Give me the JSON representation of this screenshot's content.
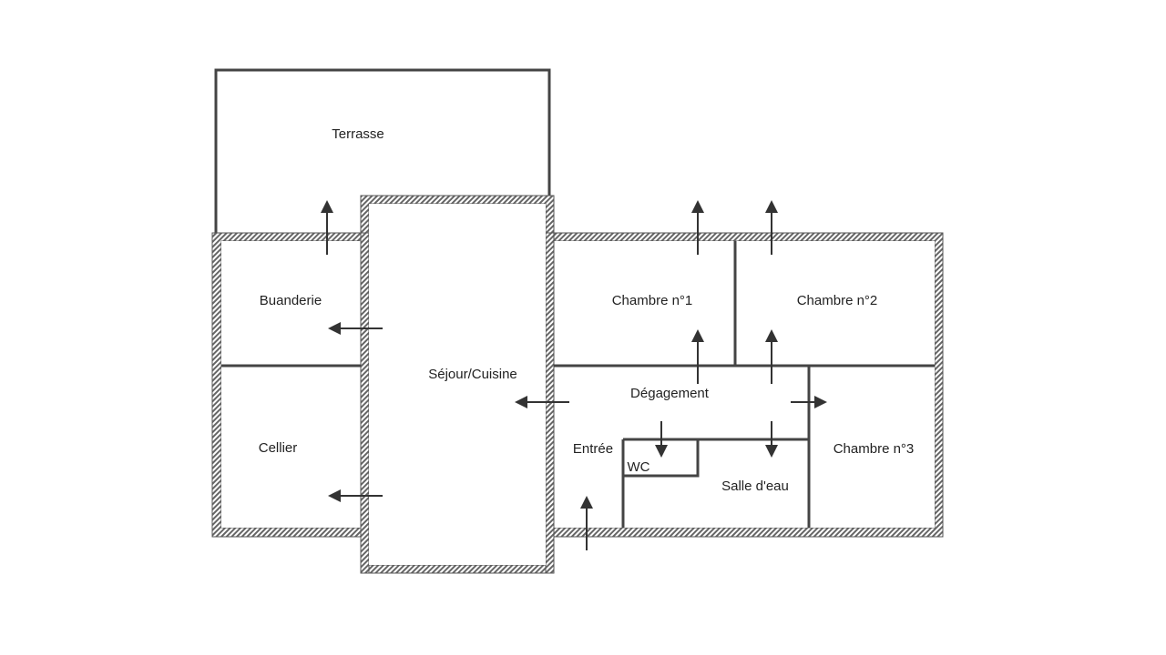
{
  "plan": {
    "title": "Floor plan",
    "colors": {
      "wall": "#444444",
      "hatch": "#777777",
      "line": "#333333",
      "arrow": "#333333",
      "text": "#222222",
      "background": "#ffffff"
    },
    "rooms": [
      {
        "id": "terrasse",
        "label": "Terrasse"
      },
      {
        "id": "buanderie",
        "label": "Buanderie"
      },
      {
        "id": "cellier",
        "label": "Cellier"
      },
      {
        "id": "sejour",
        "label": "Séjour/Cuisine"
      },
      {
        "id": "chambre1",
        "label": "Chambre n°1"
      },
      {
        "id": "chambre2",
        "label": "Chambre n°2"
      },
      {
        "id": "degagement",
        "label": "Dégagement"
      },
      {
        "id": "entree",
        "label": "Entrée"
      },
      {
        "id": "wc",
        "label": "WC"
      },
      {
        "id": "salle-eau",
        "label": "Salle d'eau"
      },
      {
        "id": "chambre3",
        "label": "Chambre n°3"
      }
    ],
    "door_arrows": [
      {
        "from": "buanderie",
        "to": "terrasse",
        "direction": "up"
      },
      {
        "from": "sejour",
        "to": "buanderie",
        "direction": "left"
      },
      {
        "from": "sejour",
        "to": "cellier",
        "direction": "left"
      },
      {
        "from": "degagement",
        "to": "sejour",
        "direction": "left"
      },
      {
        "from": "chambre1",
        "to": "outside",
        "direction": "up"
      },
      {
        "from": "chambre2",
        "to": "outside",
        "direction": "up"
      },
      {
        "from": "degagement",
        "to": "chambre1",
        "direction": "up"
      },
      {
        "from": "degagement",
        "to": "chambre2",
        "direction": "up"
      },
      {
        "from": "degagement",
        "to": "chambre3",
        "direction": "right"
      },
      {
        "from": "degagement",
        "to": "wc",
        "direction": "down"
      },
      {
        "from": "degagement",
        "to": "salle-eau",
        "direction": "down"
      },
      {
        "from": "outside",
        "to": "entree",
        "direction": "up"
      }
    ]
  }
}
